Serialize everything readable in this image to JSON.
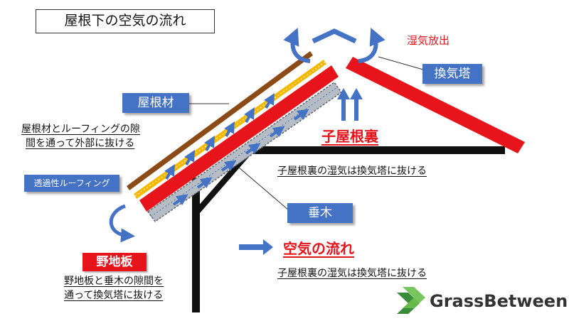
{
  "title": "屋根下の空気の流れ",
  "labels": {
    "moisture_release": "湿気放出",
    "ventilation_tower": "換気塔",
    "roof_material": "屋根材",
    "roofing": "透過性ルーフィング",
    "rafter": "垂木",
    "sheathing": "野地板",
    "attic": "子屋根裏",
    "airflow": "空気の流れ"
  },
  "notes": {
    "roof_gap_line1": "屋根材とルーフィングの隙",
    "roof_gap_line2": "間を通って外部に抜ける",
    "attic_moisture": "子屋根裏の湿気は換気塔に抜ける",
    "attic_moisture_2": "子屋根裏の湿気は換気塔に抜ける",
    "sheathing_gap_line1": "野地板と垂木の隙間を",
    "sheathing_gap_line2": "通って換気塔に抜ける"
  },
  "brand": {
    "name": "GrassBetween"
  },
  "colors": {
    "roof_brown": "#8b4a16",
    "roofing_yellow": "#f5b800",
    "sheathing_red": "#e8141b",
    "rafter_gray": "#9aa0a8",
    "arrow_blue": "#4472c4",
    "frame_black": "#111111",
    "logo_green": "#4caf50"
  }
}
